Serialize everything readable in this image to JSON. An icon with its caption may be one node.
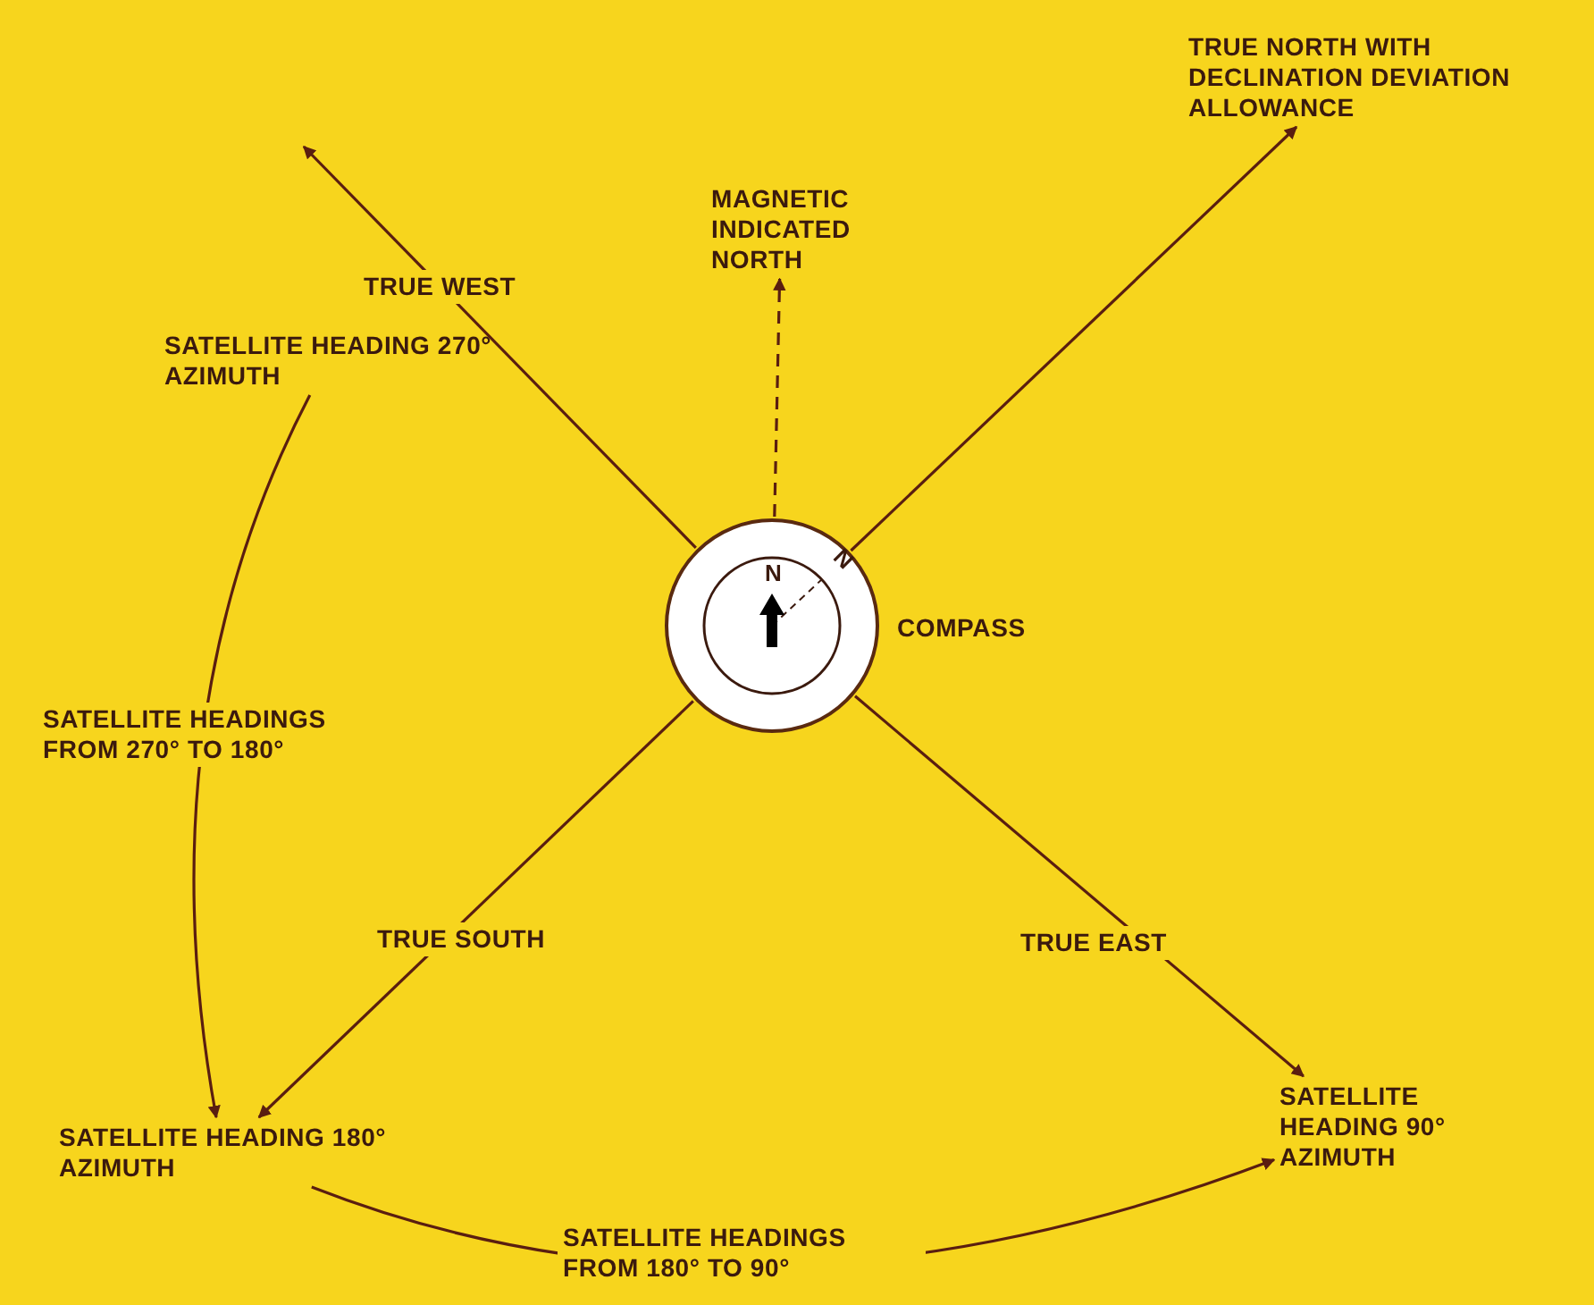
{
  "diagram": {
    "nodes": [
      {
        "text": [
          "N",
          "N"
        ],
        "beside": [
          "COMPASS"
        ]
      },
      {
        "text": [
          "MAGNETIC INDICATED NORTH"
        ]
      },
      {
        "text": [
          "TRUE NORTH WITH DECLINATION DEVIATION ALLOWANCE"
        ]
      },
      {
        "text": [
          "SATELLITE HEADING 270° AZIMUTH"
        ]
      },
      {
        "text": [
          "SATELLITE HEADING 180° AZIMUTH"
        ]
      },
      {
        "text": [
          "SATELLITE HEADING 90° AZIMUTH"
        ]
      }
    ],
    "edges": [
      {
        "from": 0,
        "to": 1,
        "arrow": "to",
        "style": "dashed"
      },
      {
        "from": 0,
        "to": 2,
        "arrow": "to"
      },
      {
        "from": 0,
        "to": null,
        "arrow": "to",
        "label": "TRUE WEST"
      },
      {
        "from": 0,
        "to": 4,
        "arrow": "to",
        "label": "TRUE SOUTH"
      },
      {
        "from": 0,
        "to": 5,
        "arrow": "to",
        "label": "TRUE EAST"
      },
      {
        "from": 3,
        "to": 4,
        "arrow": "to",
        "label": "SATELLITE HEADINGS FROM 270° TO 180°"
      },
      {
        "from": 4,
        "to": 5,
        "arrow": "to",
        "label": "SATELLITE HEADINGS FROM 180° TO 90°"
      }
    ]
  }
}
